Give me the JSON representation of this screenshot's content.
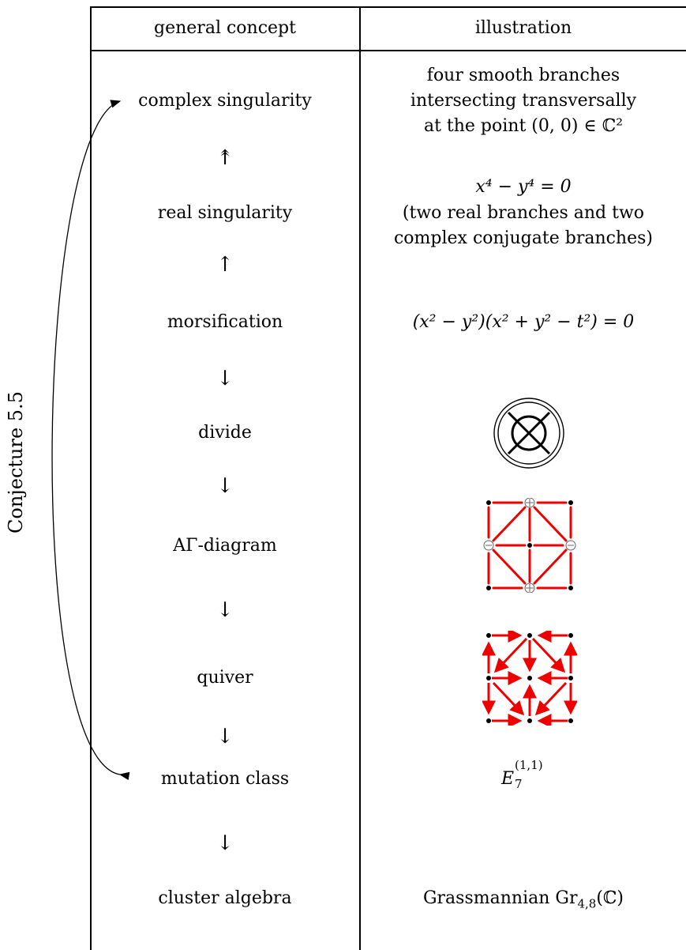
{
  "header": {
    "col1": "general concept",
    "col2": "illustration"
  },
  "side_label": "Conjecture 5.5",
  "rows": [
    {
      "concept": "complex singularity",
      "illustration_lines": [
        "four smooth branches",
        "intersecting transversally",
        "at the point (0, 0) ∈ ℂ²"
      ]
    },
    {
      "arrow": "↟"
    },
    {
      "concept": "real singularity",
      "illustration_lines": [
        "x⁴ − y⁴ = 0",
        "(two real branches and two",
        "complex conjugate branches)"
      ]
    },
    {
      "arrow": "↑"
    },
    {
      "concept": "morsification",
      "illustration": "(x² − y²)(x² + y² − t²) = 0"
    },
    {
      "arrow": "↓"
    },
    {
      "concept": "divide",
      "illustration_icon": "circle-with-cross-icon"
    },
    {
      "arrow": "↓"
    },
    {
      "concept": "AΓ-diagram",
      "illustration_icon": "a-gamma-diagram-icon"
    },
    {
      "arrow": "↓"
    },
    {
      "concept": "quiver",
      "illustration_icon": "quiver-icon"
    },
    {
      "arrow": "↓"
    },
    {
      "concept": "mutation class",
      "illustration": "E",
      "illustration_sub": "7",
      "illustration_sup": "(1,1)"
    },
    {
      "arrow": "↓"
    },
    {
      "concept": "cluster algebra",
      "illustration": "Grassmannian Gr",
      "illustration_sub": "4,8",
      "illustration_suffix": "(ℂ)"
    }
  ],
  "colors": {
    "diagram": "#ee0000",
    "text": "#000000"
  }
}
